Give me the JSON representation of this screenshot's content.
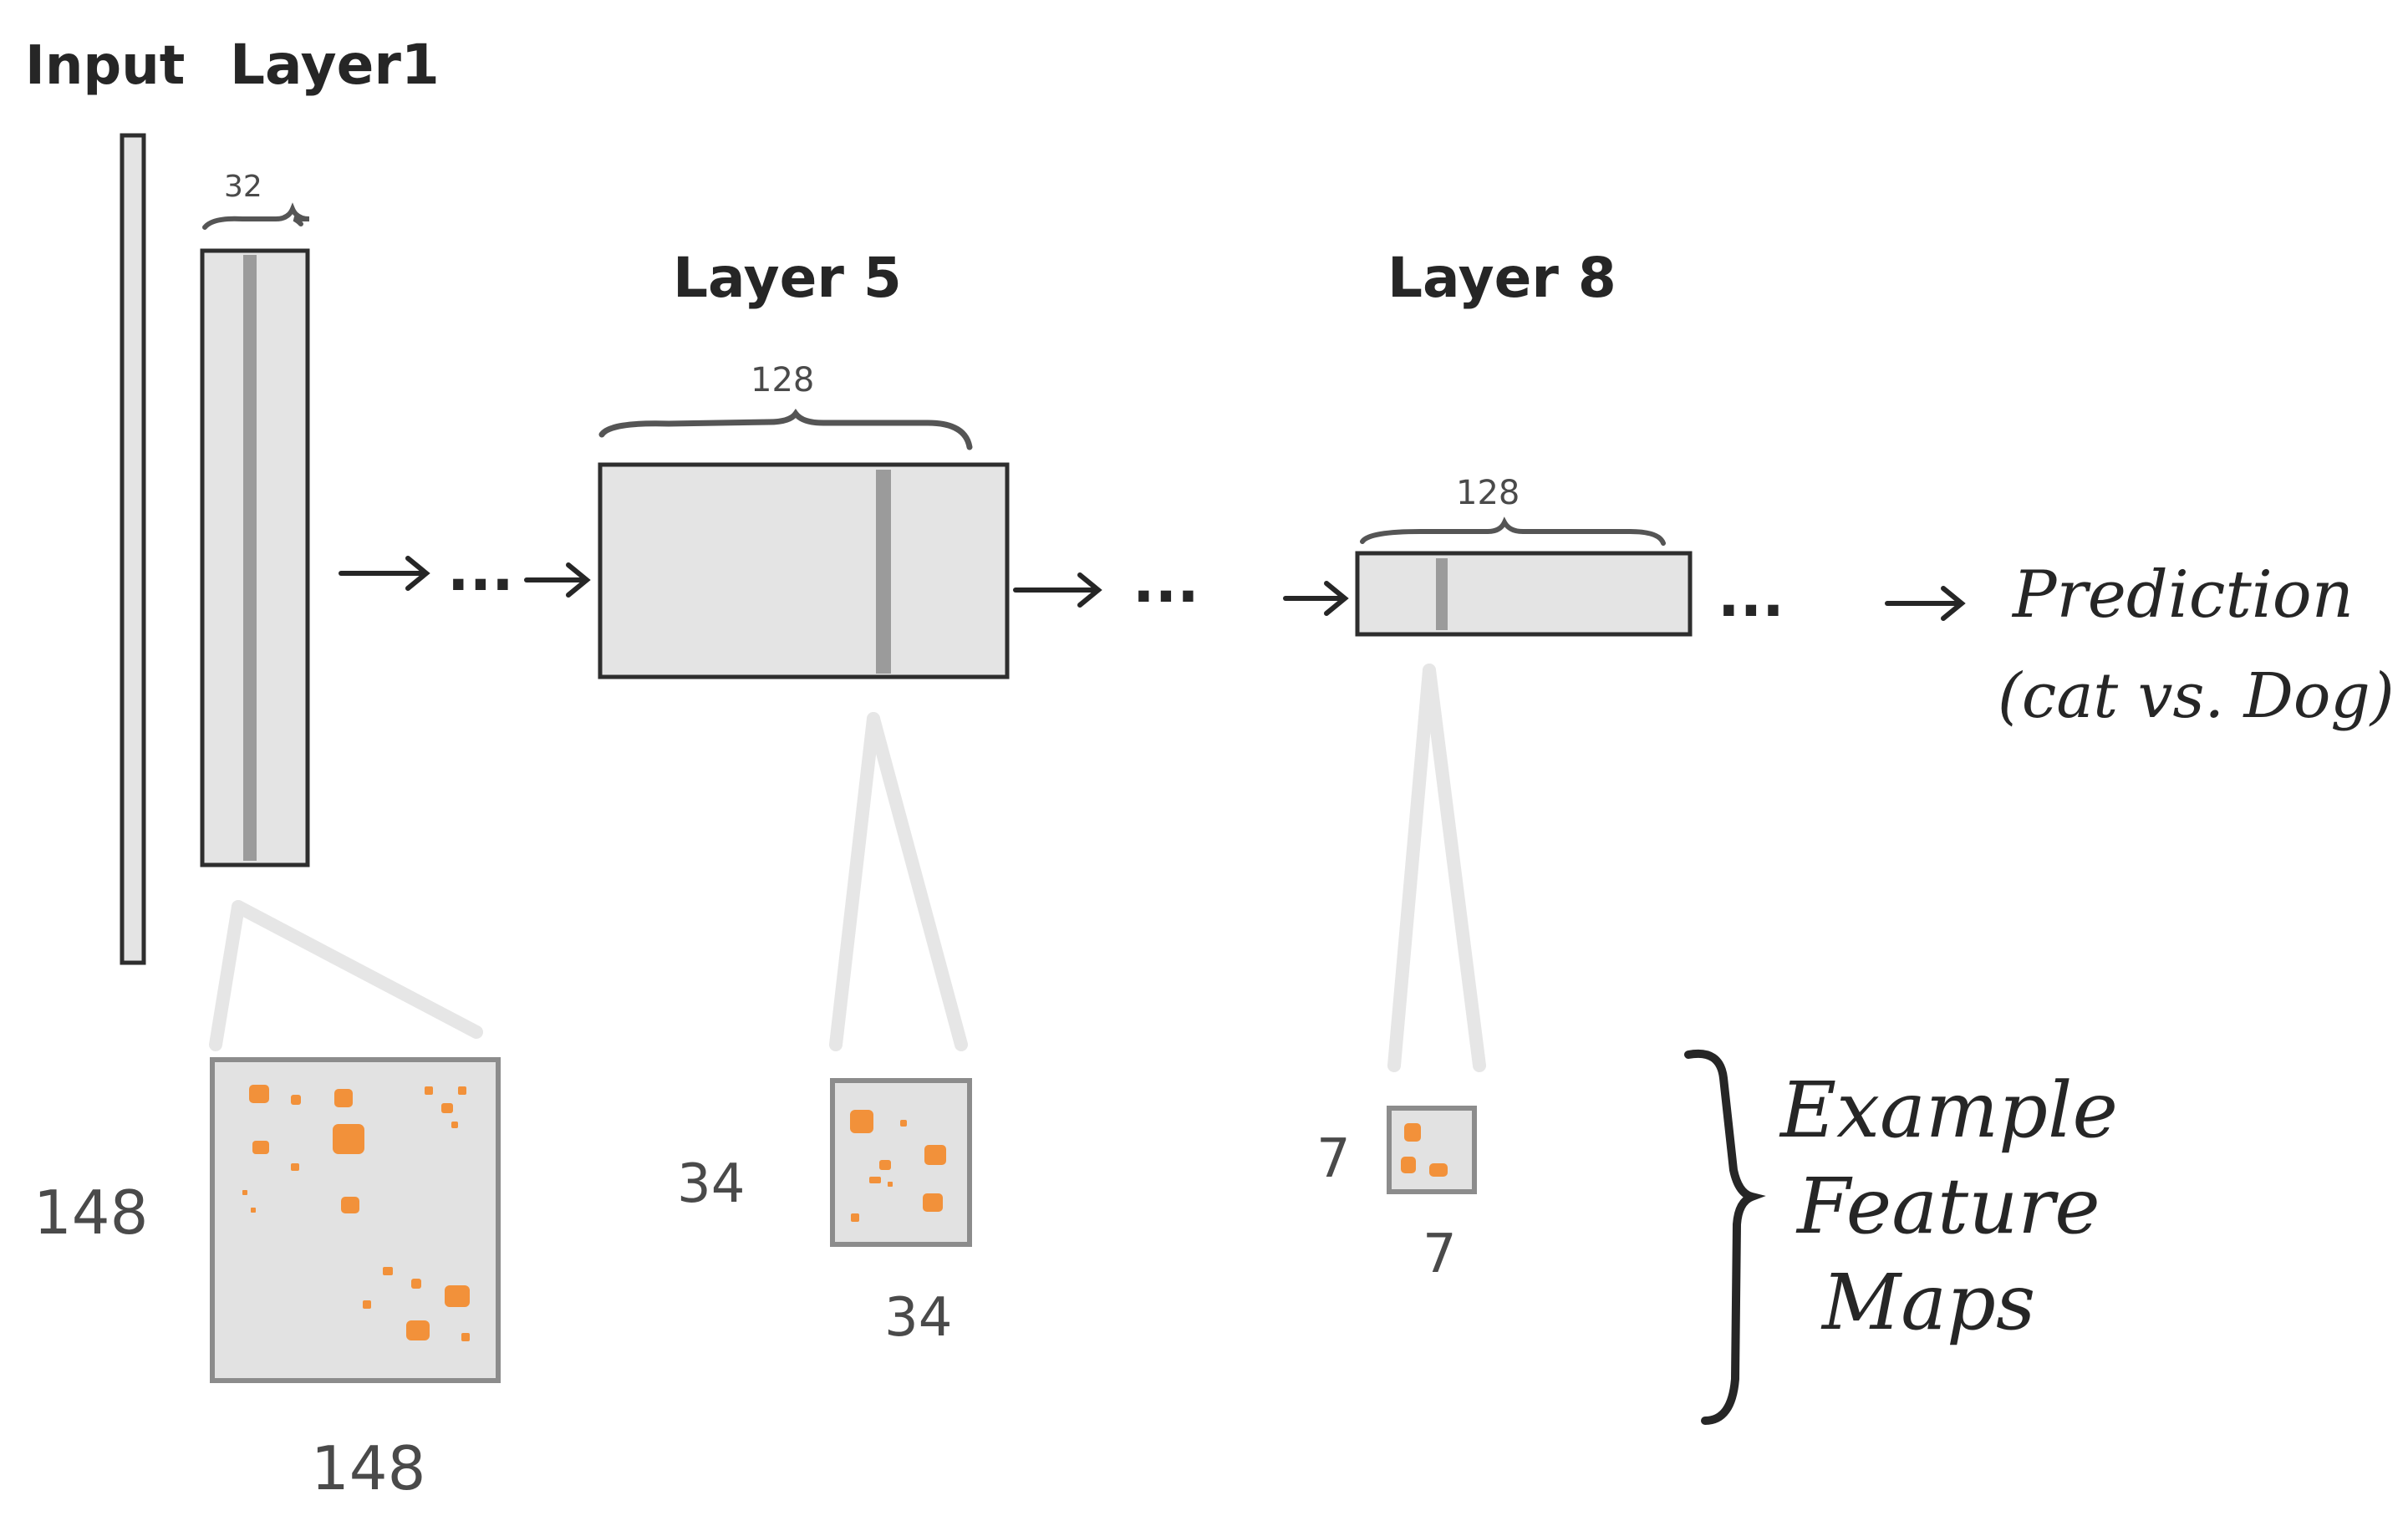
{
  "labels": {
    "input": "Input",
    "layer1": "Layer1",
    "layer5": "Layer 5",
    "layer8": "Layer 8",
    "prediction": "Prediction",
    "prediction_sub": "(cat vs. Dog)",
    "example_line1": "Example",
    "example_line2": "Feature",
    "example_line3": "Maps"
  },
  "dims": {
    "layer1_width": "32",
    "layer5_width": "128",
    "layer8_width": "128",
    "map1_height": "148",
    "map1_width": "148",
    "map5_height": "34",
    "map5_width": "34",
    "map8_height": "7",
    "map8_width": "7"
  },
  "ellipsis": "...",
  "colors": {
    "ink": "#262626",
    "block_fill": "#e4e4e4",
    "block_stroke": "#2e2e2e",
    "channel": "#9b9b9b",
    "connector": "#e6e6e6",
    "map_fill": "#e2e2e2",
    "map_stroke": "#8c8c8c",
    "activation": "#f2913a"
  }
}
